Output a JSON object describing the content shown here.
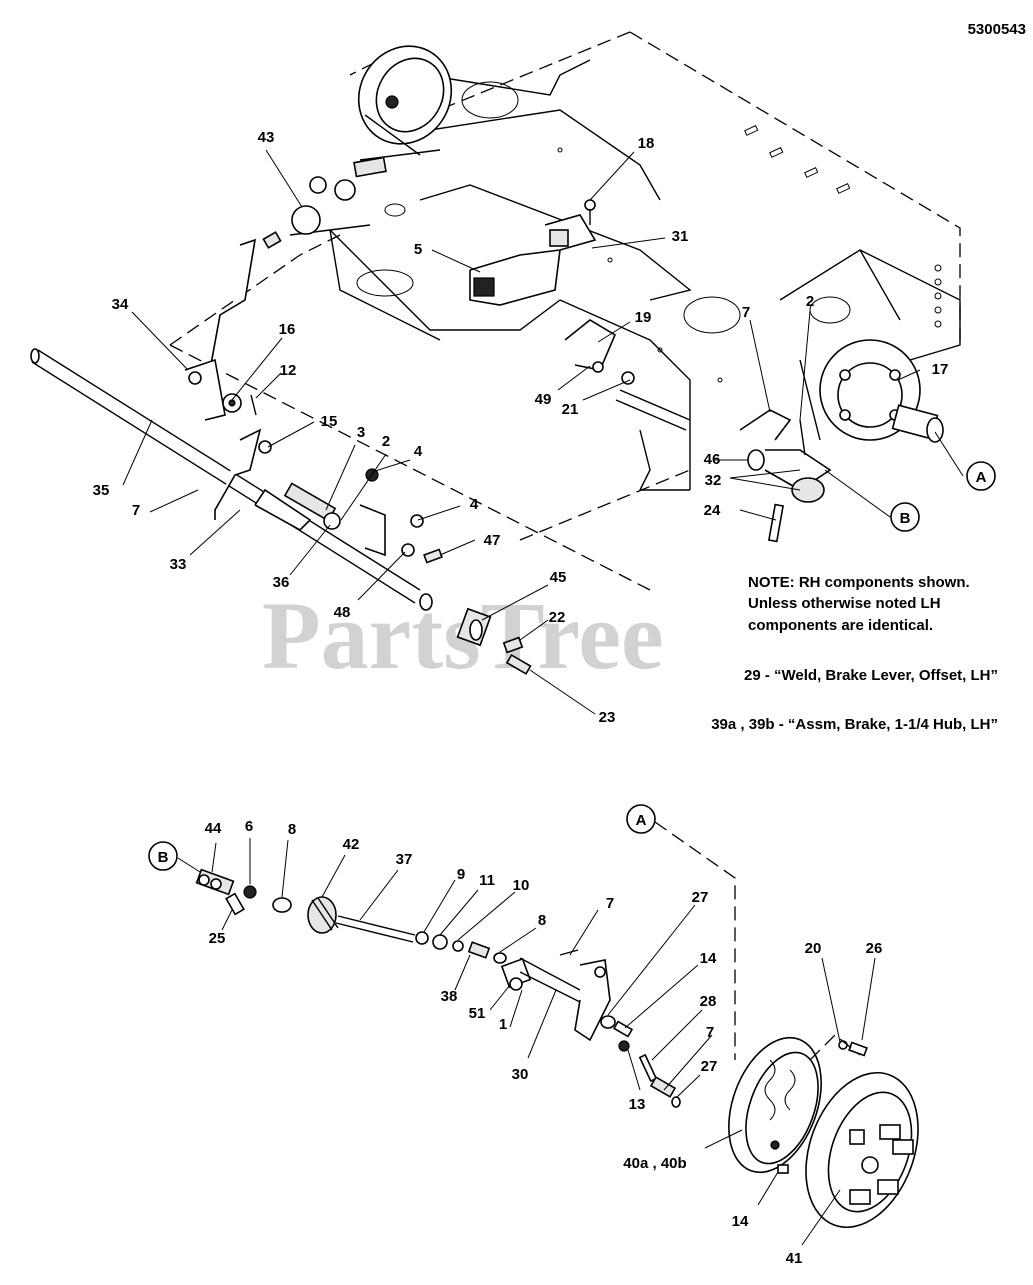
{
  "diagram_id": "5300543",
  "watermark": "PartsTree",
  "notes": {
    "line1": "NOTE: RH components shown.",
    "line2": "Unless otherwise noted LH",
    "line3": "components are identical.",
    "lh_29": "29 - “Weld, Brake Lever, Offset, LH”",
    "lh_39": "39a , 39b - “Assm, Brake, 1-1/4 Hub, LH”"
  },
  "callouts": {
    "a_upper": "A",
    "b_upper": "B",
    "a_lower": "A",
    "b_lower": "B"
  },
  "part_labels": [
    {
      "id": "p43",
      "text": "43"
    },
    {
      "id": "p18",
      "text": "18"
    },
    {
      "id": "p31",
      "text": "31"
    },
    {
      "id": "p5",
      "text": "5"
    },
    {
      "id": "p34",
      "text": "34"
    },
    {
      "id": "p16",
      "text": "16"
    },
    {
      "id": "p12",
      "text": "12"
    },
    {
      "id": "p19",
      "text": "19"
    },
    {
      "id": "p49",
      "text": "49"
    },
    {
      "id": "p21",
      "text": "21"
    },
    {
      "id": "p7a",
      "text": "7"
    },
    {
      "id": "p2a",
      "text": "2"
    },
    {
      "id": "p17",
      "text": "17"
    },
    {
      "id": "p15",
      "text": "15"
    },
    {
      "id": "p3",
      "text": "3"
    },
    {
      "id": "p2b",
      "text": "2"
    },
    {
      "id": "p4a",
      "text": "4"
    },
    {
      "id": "p35",
      "text": "35"
    },
    {
      "id": "p7b",
      "text": "7"
    },
    {
      "id": "p4b",
      "text": "4"
    },
    {
      "id": "p47",
      "text": "47"
    },
    {
      "id": "p46",
      "text": "46"
    },
    {
      "id": "p32",
      "text": "32"
    },
    {
      "id": "p24",
      "text": "24"
    },
    {
      "id": "p33",
      "text": "33"
    },
    {
      "id": "p36",
      "text": "36"
    },
    {
      "id": "p48",
      "text": "48"
    },
    {
      "id": "p45",
      "text": "45"
    },
    {
      "id": "p22",
      "text": "22"
    },
    {
      "id": "p23",
      "text": "23"
    },
    {
      "id": "p44",
      "text": "44"
    },
    {
      "id": "p6",
      "text": "6"
    },
    {
      "id": "p8a",
      "text": "8"
    },
    {
      "id": "p42",
      "text": "42"
    },
    {
      "id": "p37",
      "text": "37"
    },
    {
      "id": "p9",
      "text": "9"
    },
    {
      "id": "p11",
      "text": "11"
    },
    {
      "id": "p10",
      "text": "10"
    },
    {
      "id": "p8b",
      "text": "8"
    },
    {
      "id": "p7c",
      "text": "7"
    },
    {
      "id": "p27a",
      "text": "27"
    },
    {
      "id": "p14a",
      "text": "14"
    },
    {
      "id": "p25",
      "text": "25"
    },
    {
      "id": "p38",
      "text": "38"
    },
    {
      "id": "p51",
      "text": "51"
    },
    {
      "id": "p1",
      "text": "1"
    },
    {
      "id": "p30",
      "text": "30"
    },
    {
      "id": "p28",
      "text": "28"
    },
    {
      "id": "p7d",
      "text": "7"
    },
    {
      "id": "p27b",
      "text": "27"
    },
    {
      "id": "p13",
      "text": "13"
    },
    {
      "id": "p20",
      "text": "20"
    },
    {
      "id": "p26",
      "text": "26"
    },
    {
      "id": "p40",
      "text": "40a , 40b"
    },
    {
      "id": "p14b",
      "text": "14"
    },
    {
      "id": "p41",
      "text": "41"
    }
  ]
}
